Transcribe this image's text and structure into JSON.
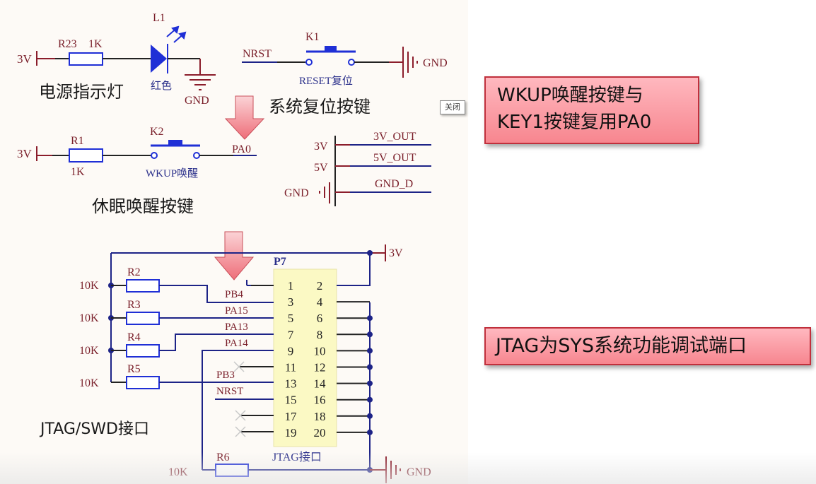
{
  "colors": {
    "wire_blue": "#1d2387",
    "wire_black": "#222222",
    "power_red": "#8b1d2b",
    "component_blue": "#1f2fd6",
    "header_fill": "#fbf9c4",
    "arrow_fill": "#f4878f",
    "callout_bg": "#f9a0a8",
    "callout_border": "#c0303c",
    "schematic_bg": "#fdfaf6"
  },
  "power_led": {
    "source": "3V",
    "resistor_ref": "R23",
    "resistor_val": "1K",
    "led_ref": "L1",
    "led_color": "红色",
    "ground": "GND",
    "caption": "电源指示灯"
  },
  "reset": {
    "net": "NRST",
    "switch_ref": "K1",
    "switch_label": "RESET复位",
    "ground": "GND",
    "caption": "系统复位按键"
  },
  "wakeup": {
    "source": "3V",
    "resistor_ref": "R1",
    "resistor_val": "1K",
    "switch_ref": "K2",
    "switch_label": "WKUP唤醒",
    "net": "PA0",
    "caption": "休眠唤醒按键"
  },
  "power_out": {
    "rows": [
      {
        "source": "3V",
        "net": "3V_OUT"
      },
      {
        "source": "5V",
        "net": "5V_OUT"
      },
      {
        "source": "GND",
        "net": "GND_D"
      }
    ]
  },
  "jtag": {
    "header_ref": "P7",
    "header_label": "JTAG接口",
    "supply": "3V",
    "ground": "GND",
    "caption": "JTAG/SWD接口",
    "pins_left": [
      "1",
      "3",
      "5",
      "7",
      "9",
      "11",
      "13",
      "15",
      "17",
      "19"
    ],
    "pins_right": [
      "2",
      "4",
      "6",
      "8",
      "10",
      "12",
      "14",
      "16",
      "18",
      "20"
    ],
    "resistors": [
      {
        "ref": "R2",
        "value": "10K",
        "net": "PB4"
      },
      {
        "ref": "R3",
        "value": "10K",
        "net": "PA15"
      },
      {
        "ref": "R4",
        "value": "10K",
        "net": "PA13"
      },
      {
        "ref": "R5",
        "value": "10K",
        "net": "PA14"
      },
      {
        "ref": "R6",
        "value": "10K",
        "net": ""
      }
    ],
    "extra_nets": [
      "PB3",
      "NRST"
    ]
  },
  "callouts": {
    "wkup_line1": "WKUP唤醒按键与",
    "wkup_line2": "KEY1按键复用PA0",
    "jtag": "JTAG为SYS系统功能调试端口"
  },
  "close_button": "关闭"
}
